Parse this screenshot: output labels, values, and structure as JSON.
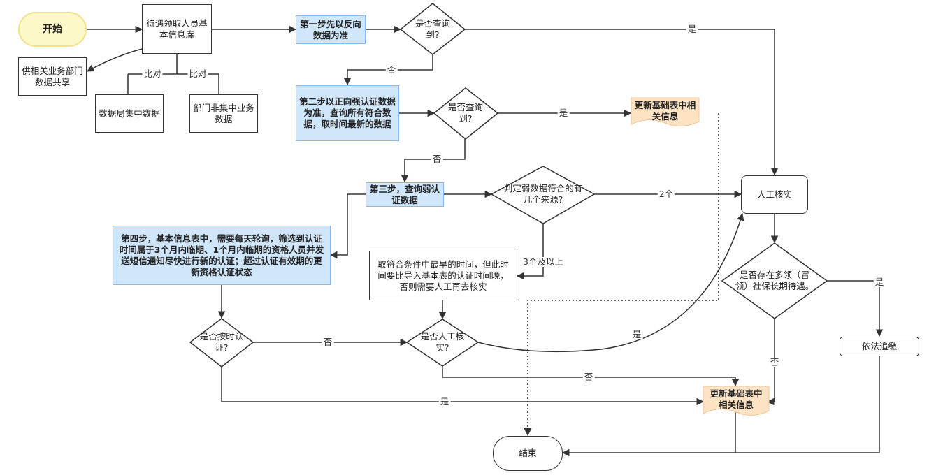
{
  "nodes": {
    "start": "开始",
    "db": "待遇领取人员基本信息库",
    "share": "供相关业务部门数据共享",
    "central": "数据局集中数据",
    "noncentral": "部门非集中业务数据",
    "step1": "第一步先以反向数据为准",
    "q1": "是否查询到?",
    "step2": "第二步以正向强认证数据为准，查询所有符合数据，取时间最新的数据",
    "q2": "是否查询到?",
    "update1": "更新基础表中相关信息",
    "step3": "第三步，查询弱认证数据",
    "q3": "判定弱数据符合的有几个来源?",
    "manual": "人工核实",
    "step4": "第四步，基本信息表中，需要每天轮询，筛选到认证时间属于3个月内临期、1个月内临期的资格人员并发送短信通知尽快进行新的认证；超过认证有效期的更新资格认证状态",
    "earliest": "取符合条件中最早的时间，但此时间要比导入基本表的认证时间晚，否则需要人工再去核实",
    "q4": "是否存在多领（冒领）社保长期待遇。",
    "collect": "依法追缴",
    "q5": "是否按时认证?",
    "q6": "是否人工核实?",
    "update2": "更新基础表中相关信息",
    "end": "结束"
  },
  "edges": {
    "compare_a": "比对",
    "compare_b": "比对",
    "q1_yes": "是",
    "q1_no": "否",
    "q2_yes": "是",
    "q2_no": "否",
    "q3_two": "2个",
    "q3_three": "3个及以上",
    "q4_yes": "是",
    "q4_no": "否",
    "q5_no": "否",
    "q5_yes": "是",
    "q6_yes": "是",
    "q6_no": "否"
  },
  "colors": {
    "step_fill": "#cfe6fb",
    "start_fill": "#fdf8c8",
    "doc_fill": "#fde3c4",
    "line": "#333333"
  }
}
